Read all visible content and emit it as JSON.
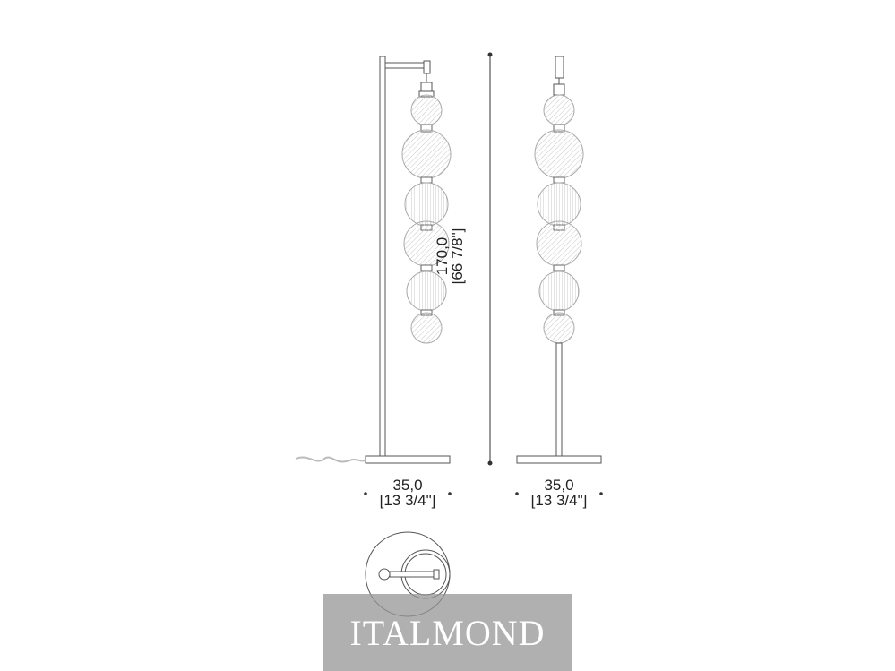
{
  "dimensions": {
    "height": {
      "metric": "170,0",
      "imperial": "[66 7/8\"]"
    },
    "width_side": {
      "metric": "35,0",
      "imperial": "[13 3/4\"]"
    },
    "width_front": {
      "metric": "35,0",
      "imperial": "[13 3/4\"]"
    }
  },
  "watermark": {
    "text": "ITALMOND"
  },
  "colors": {
    "line": "#555555",
    "globe": "#bdbdbd",
    "watermark_bg": "#969696"
  }
}
